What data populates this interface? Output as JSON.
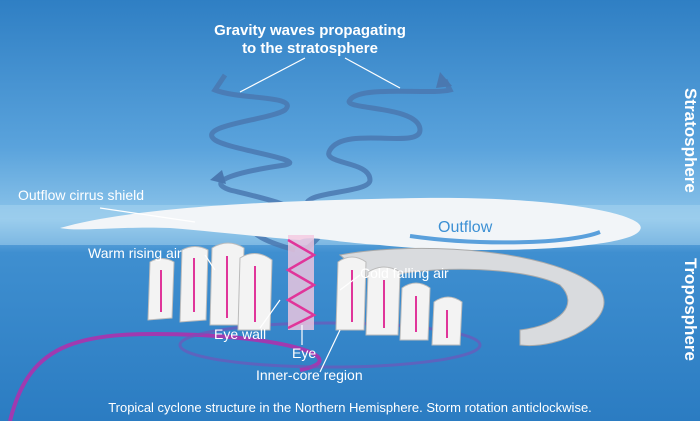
{
  "title_line1": "Gravity waves propagating",
  "title_line2": "to the stratosphere",
  "side_labels": {
    "stratosphere": "Stratosphere",
    "troposphere": "Troposphere"
  },
  "labels": {
    "outflow_cirrus_shield": "Outflow cirrus shield",
    "outflow": "Outflow",
    "warm_rising_air": "Warm rising air",
    "cold_falling_air": "Cold falling air",
    "eye_wall": "Eye wall",
    "eye": "Eye",
    "inner_core_region": "Inner-core region"
  },
  "caption": "Tropical cyclone structure in the Northern Hemisphere. Storm rotation anticlockwise.",
  "colors": {
    "wave": "#4a78b0",
    "inflow": "#a03ab0",
    "eye_arrows": "#e0359a",
    "shield": "#f2f5f8"
  }
}
